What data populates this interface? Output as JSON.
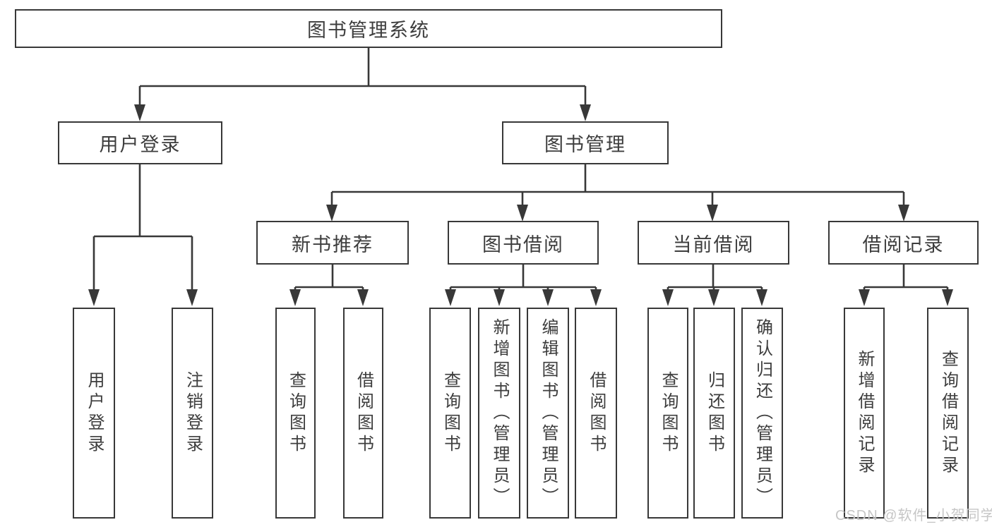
{
  "tree": {
    "label": "图书管理系统",
    "children": [
      {
        "label": "用户登录",
        "children": [
          {
            "label": "用户登录"
          },
          {
            "label": "注销登录"
          }
        ]
      },
      {
        "label": "图书管理",
        "children": [
          {
            "label": "新书推荐",
            "children": [
              {
                "label": "查询图书"
              },
              {
                "label": "借阅图书"
              }
            ]
          },
          {
            "label": "图书借阅",
            "children": [
              {
                "label": "查询图书"
              },
              {
                "label": "新增图书（管理员）"
              },
              {
                "label": "编辑图书（管理员）"
              },
              {
                "label": "借阅图书"
              }
            ]
          },
          {
            "label": "当前借阅",
            "children": [
              {
                "label": "查询图书"
              },
              {
                "label": "归还图书"
              },
              {
                "label": "确认归还（管理员）"
              }
            ]
          },
          {
            "label": "借阅记录",
            "children": [
              {
                "label": "新增借阅记录"
              },
              {
                "label": "查询借阅记录"
              }
            ]
          }
        ]
      }
    ]
  },
  "watermark": {
    "text": "CSDN @软件_小贺同学"
  },
  "colors": {
    "line": "#383838",
    "text": "#3d3d3d",
    "watermark": "#c6c6c6",
    "background": "#ffffff"
  }
}
